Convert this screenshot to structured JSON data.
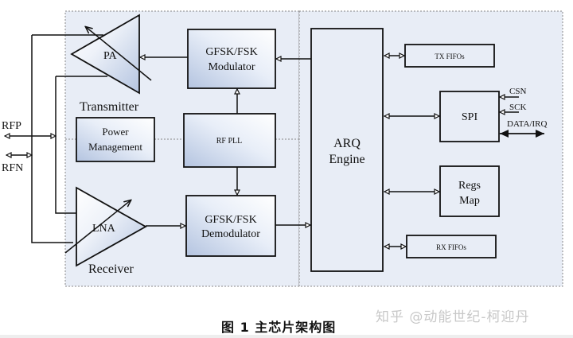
{
  "diagram": {
    "ports": {
      "rfp": "RFP",
      "rfn": "RFN"
    },
    "transmitter": {
      "section_label": "Transmitter",
      "pa_label": "PA"
    },
    "receiver": {
      "section_label": "Receiver",
      "lna_label": "LNA"
    },
    "blocks": {
      "modulator": {
        "line1": "GFSK/FSK",
        "line2": "Modulator"
      },
      "demodulator": {
        "line1": "GFSK/FSK",
        "line2": "Demodulator"
      },
      "rf_pll": "RF PLL",
      "power_management": {
        "line1": "Power",
        "line2": "Management"
      },
      "arq_engine": {
        "line1": "ARQ",
        "line2": "Engine"
      },
      "tx_fifos": "TX FIFOs",
      "rx_fifos": "RX FIFOs",
      "spi": "SPI",
      "regs_map": {
        "line1": "Regs",
        "line2": "Map"
      }
    },
    "spi_signals": {
      "csn": "CSN",
      "sck": "SCK",
      "data_irq": "DATA/IRQ"
    },
    "colors": {
      "panel_bg": "#e8edf6",
      "block_grad_dark": "#b9c8e2",
      "block_grad_light": "#ffffff",
      "line": "#111111"
    }
  },
  "caption": "图 1  主芯片架构图",
  "watermark": "知乎 @动能世纪-柯迎丹"
}
